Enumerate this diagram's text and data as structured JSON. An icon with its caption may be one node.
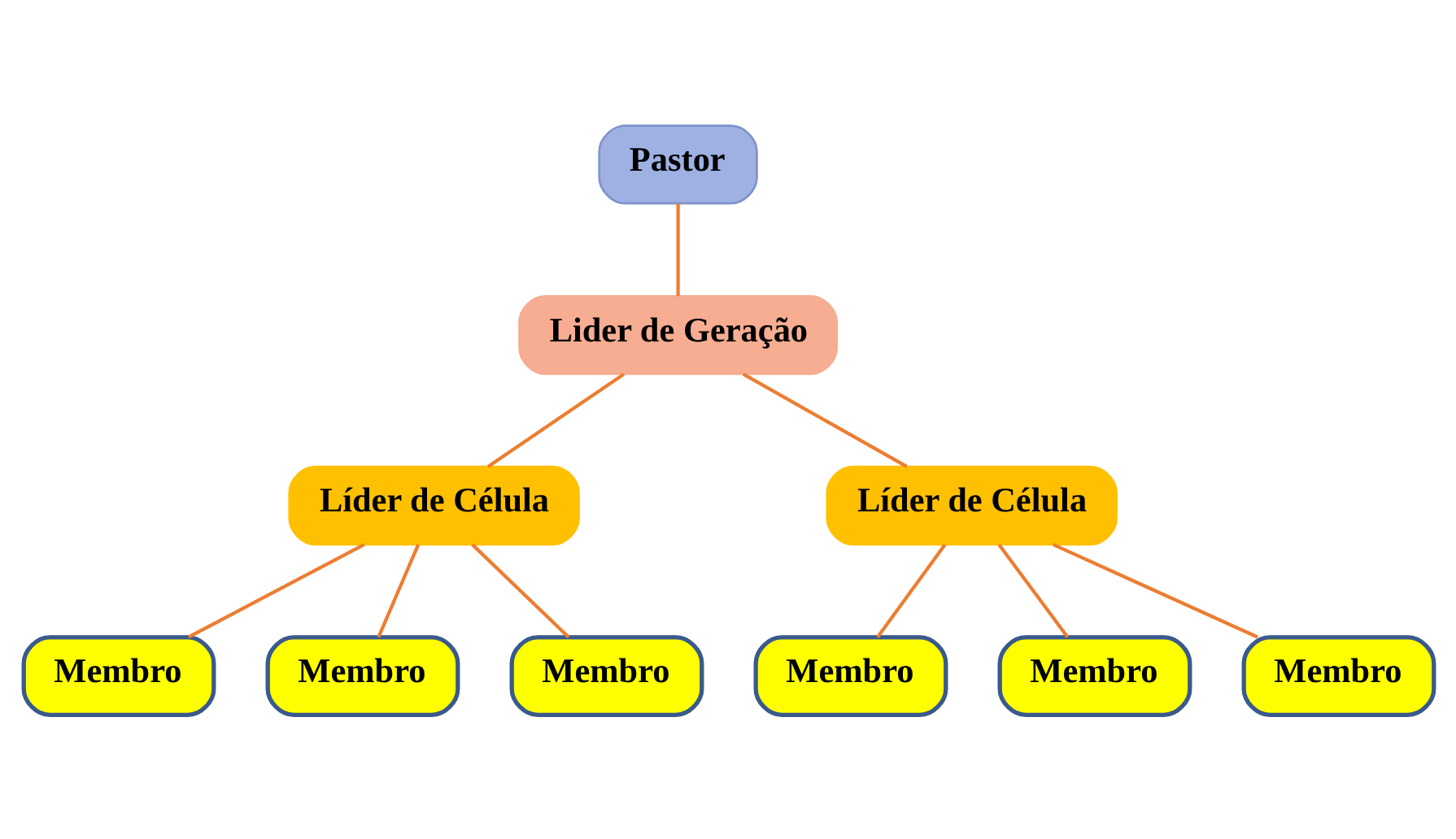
{
  "diagram": {
    "nodes": [
      {
        "text": [
          "Pastor"
        ]
      },
      {
        "text": [
          "Lider de Geração"
        ]
      },
      {
        "text": [
          "Líder de Célula"
        ]
      },
      {
        "text": [
          "Líder de Célula"
        ]
      },
      {
        "text": [
          "Membro"
        ]
      },
      {
        "text": [
          "Membro"
        ]
      },
      {
        "text": [
          "Membro"
        ]
      },
      {
        "text": [
          "Membro"
        ]
      },
      {
        "text": [
          "Membro"
        ]
      },
      {
        "text": [
          "Membro"
        ]
      }
    ],
    "edges": [
      {
        "from": 0,
        "to": 1,
        "arrow": "none"
      },
      {
        "from": 1,
        "to": 2,
        "arrow": "none"
      },
      {
        "from": 1,
        "to": 3,
        "arrow": "none"
      },
      {
        "from": 2,
        "to": 4,
        "arrow": "none"
      },
      {
        "from": 2,
        "to": 5,
        "arrow": "none"
      },
      {
        "from": 2,
        "to": 6,
        "arrow": "none"
      },
      {
        "from": 3,
        "to": 7,
        "arrow": "none"
      },
      {
        "from": 3,
        "to": 8,
        "arrow": "none"
      },
      {
        "from": 3,
        "to": 9,
        "arrow": "none"
      }
    ]
  }
}
